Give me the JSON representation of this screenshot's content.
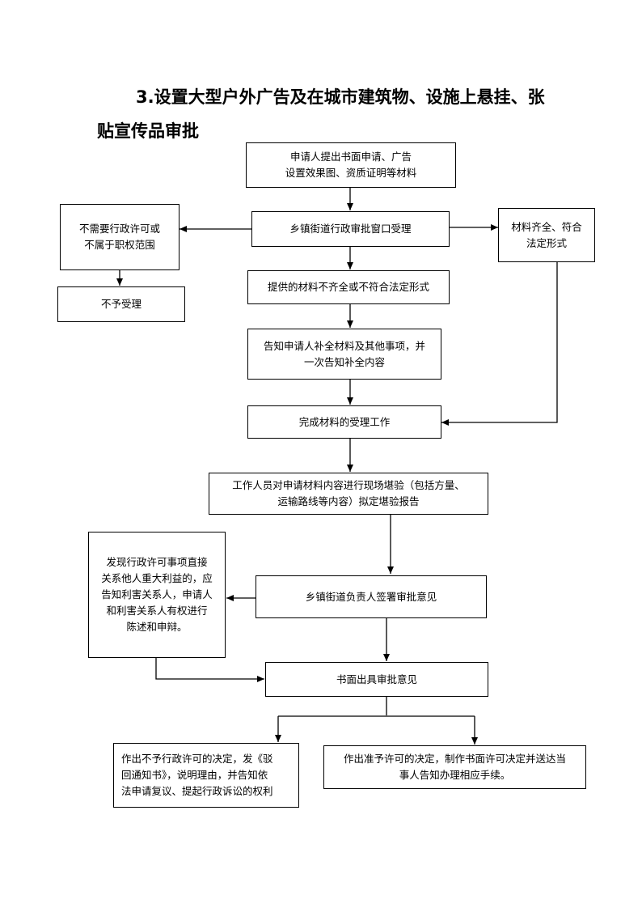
{
  "title": {
    "line1": "3.设置大型户外广告及在城市建筑物、设施上悬挂、张",
    "line2": "贴宣传品审批"
  },
  "nodes": {
    "apply": "申请人提出书面申请、广告\n设置效果图、资质证明等材料",
    "accept_window": "乡镇街道行政审批窗口受理",
    "not_required": "不需要行政许可或\n不属于职权范围",
    "not_accepted": "不予受理",
    "materials_complete": "材料齐全、符合\n法定形式",
    "materials_incomplete": "提供的材料不齐全或不符合法定形式",
    "notify_supplement": "告知申请人补全材料及其他事项，并\n一次告知补全内容",
    "complete_acceptance": "完成材料的受理工作",
    "site_inspection": "工作人员对申请材料内容进行现场堪验（包括方量、\n运输路线等内容）拟定堪验报告",
    "stakeholder_notice": "发现行政许可事项直接\n关系他人重大利益的，应\n告知利害关系人，申请人\n和利害关系人有权进行\n陈述和申辩。",
    "head_sign": "乡镇街道负责人签署审批意见",
    "written_opinion": "书面出具审批意见",
    "reject": "作出不予行政许可的决定，发《驳\n回通知书》，说明理由，并告知依\n法申请复议、提起行政诉讼的权利",
    "approve": "作出准予许可的决定，制作书面许可决定并送达当\n事人告知办理相应手续。"
  }
}
